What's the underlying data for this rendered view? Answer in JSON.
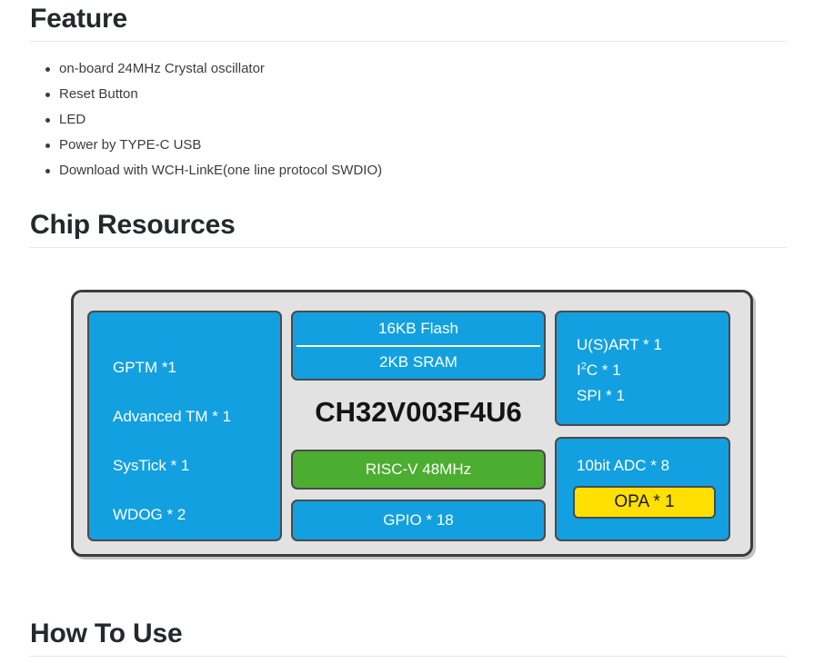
{
  "sections": {
    "feature": {
      "heading": "Feature",
      "items": [
        "on-board 24MHz Crystal oscillator",
        "Reset Button",
        "LED",
        "Power by TYPE-C USB",
        "Download with WCH-LinkE(one line protocol SWDIO)"
      ]
    },
    "chip_resources": {
      "heading": "Chip Resources"
    },
    "how_to_use": {
      "heading": "How To Use"
    }
  },
  "chip_diagram": {
    "part_number": "CH32V003F4U6",
    "package_fill": "#e2e2e2",
    "package_border": "#3c3c3c",
    "colors": {
      "peripheral_blue": "#12a0e0",
      "core_green": "#4cae30",
      "opa_yellow": "#ffe000",
      "block_border": "#4b4b4b",
      "block_text": "#ffffff"
    },
    "timers_block": {
      "lines": [
        "GPTM *1",
        "Advanced TM * 1",
        "SysTick  * 1",
        "WDOG * 2"
      ]
    },
    "memory_block": {
      "flash": "16KB Flash",
      "sram": "2KB SRAM"
    },
    "core_block": {
      "label": "RISC-V  48MHz"
    },
    "gpio_block": {
      "label": "GPIO * 18"
    },
    "comms_block": {
      "usart": "U(S)ART * 1",
      "i2c_prefix": "I",
      "i2c_sup": "2",
      "i2c_suffix": "C * 1",
      "spi": "SPI * 1"
    },
    "analog_block": {
      "adc": "10bit ADC * 8",
      "opa": "OPA * 1"
    }
  }
}
